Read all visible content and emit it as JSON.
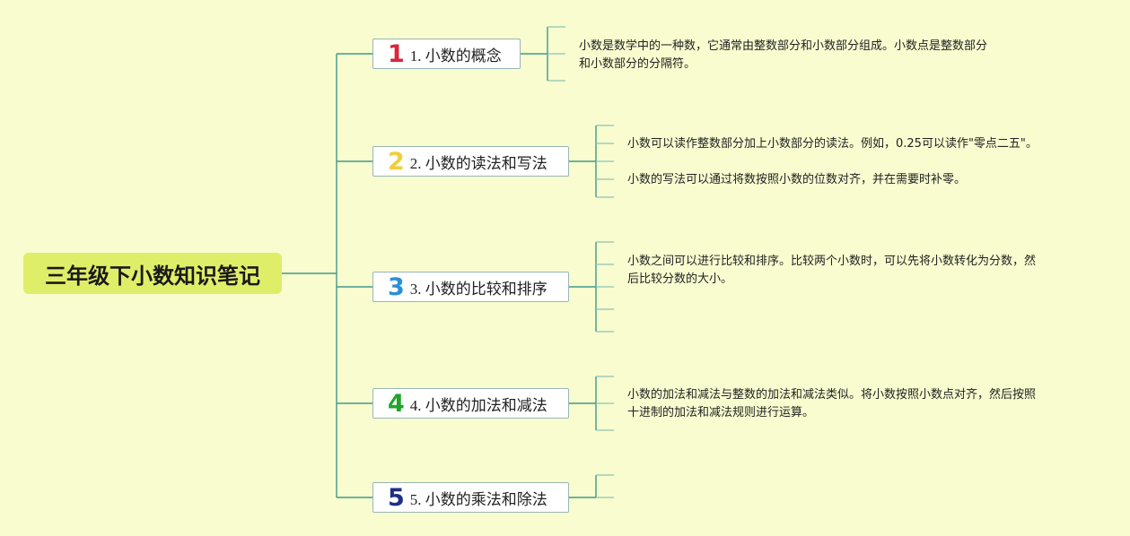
{
  "title": "三年级下小数知识笔记",
  "colors": {
    "background": "#f8fccf",
    "root_fill": "#dfee68",
    "connector": "#3f9a8a"
  },
  "branches": [
    {
      "number": "1",
      "number_color": "#d8263a",
      "label": "1. 小数的概念",
      "notes": [
        {
          "line1": "小数是数学中的一种数，它通常由整数部分和小数部分组成。小数点是整数部分",
          "line2": "和小数部分的分隔符。"
        }
      ]
    },
    {
      "number": "2",
      "number_color": "#f0cf3e",
      "label": "2. 小数的读法和写法",
      "notes": [
        {
          "line1": "小数可以读作整数部分加上小数部分的读法。例如，0.25可以读作\"零点二五\"。",
          "line2": ""
        },
        {
          "line1": "小数的写法可以通过将数按照小数的位数对齐，并在需要时补零。",
          "line2": ""
        }
      ]
    },
    {
      "number": "3",
      "number_color": "#2b8fd8",
      "label": "3. 小数的比较和排序",
      "notes": [
        {
          "line1": "小数之间可以进行比较和排序。比较两个小数时，可以先将小数转化为分数，然",
          "line2": "后比较分数的大小。"
        }
      ]
    },
    {
      "number": "4",
      "number_color": "#21a32a",
      "label": "4. 小数的加法和减法",
      "notes": [
        {
          "line1": "小数的加法和减法与整数的加法和减法类似。将小数按照小数点对齐，然后按照",
          "line2": "十进制的加法和减法规则进行运算。"
        }
      ]
    },
    {
      "number": "5",
      "number_color": "#1f2f86",
      "label": "5. 小数的乘法和除法",
      "notes": []
    }
  ]
}
